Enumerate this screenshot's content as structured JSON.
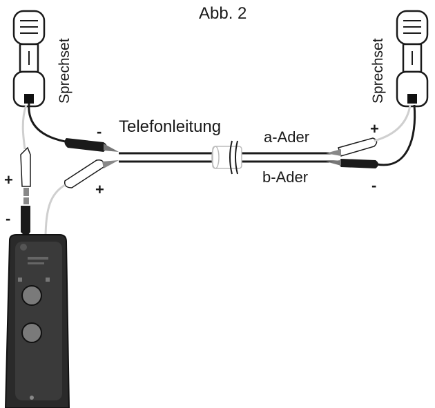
{
  "figure": {
    "title": "Abb. 2"
  },
  "labels": {
    "telephone_line": "Telefonleitung",
    "a_wire": "a-Ader",
    "b_wire": "b-Ader",
    "headset_left": "Sprechset",
    "headset_right": "Sprechset"
  },
  "signs": {
    "left_a": "-",
    "left_b": "+",
    "right_a": "+",
    "right_b": "-",
    "tester_plus": "+",
    "tester_minus": "-"
  },
  "colors": {
    "line": "#1a1a1a",
    "white_wire": "#cfcfcf",
    "device": "#2a2a2a"
  }
}
